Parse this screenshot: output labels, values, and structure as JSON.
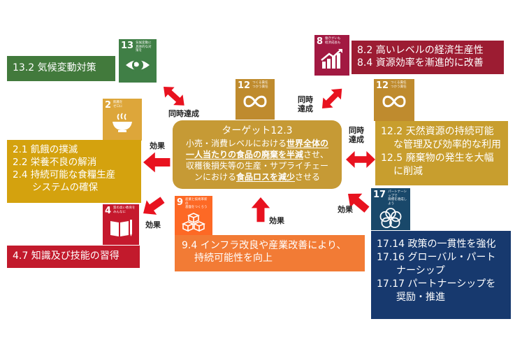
{
  "center": {
    "title": "ターゲット12.3",
    "lines": [
      [
        {
          "t": "小売・消費レベルにおける",
          "b": false
        },
        {
          "t": "世界全体の",
          "b": true
        }
      ],
      [
        {
          "t": "一人当たりの食品の廃棄を半減",
          "b": true
        },
        {
          "t": "させ、",
          "b": false
        }
      ],
      [
        {
          "t": "収穫後損失等の生産・サプライチェー",
          "b": false
        }
      ],
      [
        {
          "t": "ンにおける",
          "b": false
        },
        {
          "t": "食品ロスを減少",
          "b": true
        },
        {
          "t": "させる",
          "b": false
        }
      ]
    ]
  },
  "boxes": {
    "b13": {
      "line1": "13.2 気候変動対策"
    },
    "b8": {
      "line1": "8.2 高いレベルの経済生産性",
      "line2": "8.4 資源効率を漸進的に改善"
    },
    "b2": {
      "line1": "2.1 飢餓の撲滅",
      "line2": "2.2 栄養不良の解消",
      "line3": "2.4 持続可能な食糧生産",
      "line4": "システムの確保"
    },
    "b12": {
      "line1": "12.2 天然資源の持続可能",
      "line2": "な管理及び効率的な利用",
      "line3": "12.5 廃棄物の発生を大幅",
      "line4": "に削減"
    },
    "b4": {
      "line1": "4.7 知識及び技能の習得"
    },
    "b9": {
      "line1": "9.4 インフラ改良や産業改善により、",
      "line2": "持続可能性を向上"
    },
    "b17": {
      "line1": "17.14 政策の一貫性を強化",
      "line2": "17.16 グローバル・パート",
      "line3": "ナーシップ",
      "line4": "17.17 パートナーシップを",
      "line5": "奨励・推進"
    }
  },
  "icons": {
    "sdg13": {
      "num": "13",
      "cap": "気候変動に\n具体的な対策を",
      "color": "#407f46"
    },
    "sdg8": {
      "num": "8",
      "cap": "働きがいも\n経済成長も",
      "color": "#a21942"
    },
    "sdg12a": {
      "num": "12",
      "cap": "つくる責任\nつかう責任",
      "color": "#bf8b2e"
    },
    "sdg12b": {
      "num": "12",
      "cap": "つくる責任\nつかう責任",
      "color": "#bf8b2e"
    },
    "sdg2": {
      "num": "2",
      "cap": "飢餓を\nゼロに",
      "color": "#dda63a"
    },
    "sdg4": {
      "num": "4",
      "cap": "質の高い教育を\nみんなに",
      "color": "#c5192d"
    },
    "sdg9": {
      "num": "9",
      "cap": "産業と技術革新の\n基盤をつくろう",
      "color": "#fd6925"
    },
    "sdg17": {
      "num": "17",
      "cap": "パートナーシップで\n目標を達成しよう",
      "color": "#19486a"
    }
  },
  "labels": {
    "simul_left": "同時達成",
    "simul_top1": "同時",
    "simul_top2": "達成",
    "simul_right1": "同時",
    "simul_right2": "達成",
    "effect_left": "効果",
    "effect_left_low": "効果",
    "effect_center": "効果",
    "effect_right": "効果"
  },
  "colors": {
    "arrow": "#e8121f",
    "box13": "#427a3c",
    "box8": "#9c1c32",
    "box2": "#d4a20e",
    "box12": "#c89e2e",
    "box4": "#c21a2c",
    "box9": "#f27b35",
    "box17": "#17396e",
    "target": "#c69a35"
  }
}
